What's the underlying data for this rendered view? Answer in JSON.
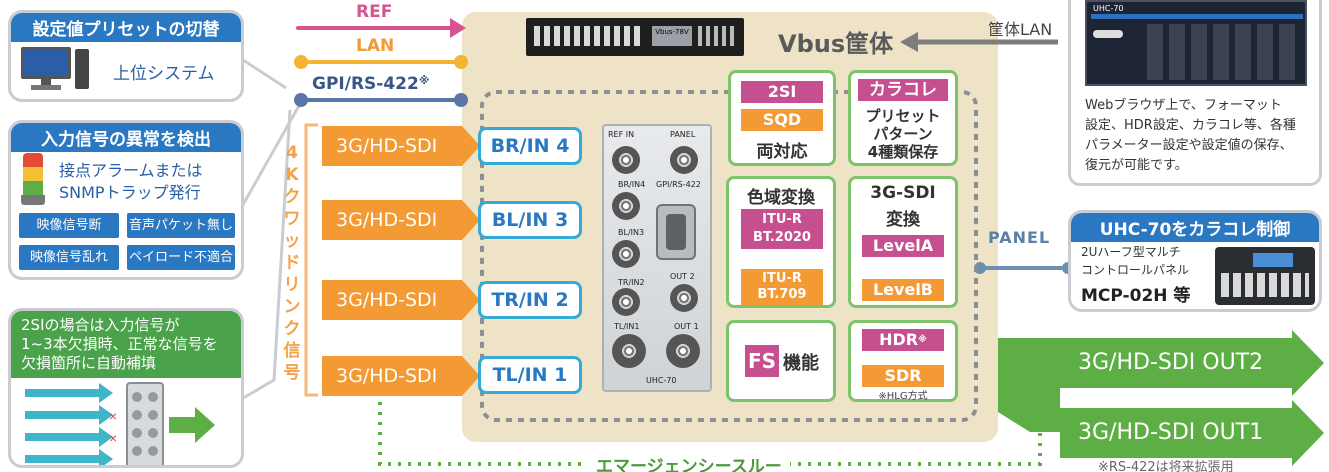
{
  "left": {
    "preset_panel": {
      "title": "設定値プリセットの切替",
      "label": "上位システム"
    },
    "alarm_panel": {
      "title": "入力信号の異常を検出",
      "line1": "接点アラームまたは",
      "line2": "SNMPトラップ発行",
      "tags": [
        "映像信号断",
        "音声パケット無し",
        "映像信号乱れ",
        "ペイロード不適合"
      ]
    },
    "sqd_panel": {
      "line1": "2SIの場合は入力信号が",
      "line2": "1~3本欠損時、正常な信号を",
      "line3": "欠損箇所に自動補填"
    }
  },
  "signals": {
    "ref": "REF",
    "lan": "LAN",
    "gpi": "GPI/RS-422",
    "gpi_mark": "※"
  },
  "quad_link_label": [
    "4",
    "K",
    "ク",
    "ワ",
    "ッ",
    "ド",
    "リ",
    "ン",
    "ク",
    "信",
    "号"
  ],
  "inputs": [
    {
      "signal": "3G/HD-SDI",
      "port": "BR/IN 4"
    },
    {
      "signal": "3G/HD-SDI",
      "port": "BL/IN 3"
    },
    {
      "signal": "3G/HD-SDI",
      "port": "TR/IN 2"
    },
    {
      "signal": "3G/HD-SDI",
      "port": "TL/IN 1"
    }
  ],
  "chassis": {
    "title": "Vbus筐体",
    "lan_label": "筐体LAN",
    "device_label": "Vbus-78V"
  },
  "module": {
    "labels": [
      "REF IN",
      "PANEL",
      "BR/IN4",
      "GPI/RS-422",
      "BL/IN3",
      "TR/IN2",
      "OUT 2",
      "TL/IN1",
      "OUT 1",
      "UHC-70"
    ]
  },
  "functions": {
    "sqd": {
      "tag1": "2SI",
      "tag2": "SQD",
      "text": "両対応"
    },
    "colorcorr": {
      "tag": "カラコレ",
      "line1": "プリセット",
      "line2": "パターン",
      "line3": "4種類保存"
    },
    "gamut": {
      "title": "色域変換",
      "from_line1": "ITU-R",
      "from_line2": "BT.2020",
      "to_line1": "ITU-R",
      "to_line2": "BT.709"
    },
    "sdi3g": {
      "line1": "3G-SDI",
      "line2": "変換",
      "from": "LevelA",
      "to": "LevelB"
    },
    "fs": {
      "tag": "FS",
      "text": "機能"
    },
    "hdr": {
      "from": "HDR",
      "from_mark": "※",
      "to": "SDR",
      "note": "※HLG方式"
    }
  },
  "outputs": [
    "3G/HD-SDI OUT2",
    "3G/HD-SDI OUT1"
  ],
  "emergency": "エマージェンシースルー",
  "panel_link": "PANEL",
  "web": {
    "line1": "Webブラウザ上で、フォーマット",
    "line2": "設定、HDR設定、カラコレ等、各種",
    "line3": "パラメーター設定や設定値の保存、",
    "line4": "復元が可能です。",
    "screen_title": "UHC-70"
  },
  "mcp": {
    "title": "UHC-70をカラコレ制御",
    "line1": "2Uハーフ型マルチ",
    "line2": "コントロールパネル",
    "model": "MCP-02H 等"
  },
  "footnote": "※RS-422は将来拡張用",
  "colors": {
    "blue": "#2a78c2",
    "orange": "#f39a35",
    "green": "#5dae45",
    "beige": "#efe3c7",
    "pink": "#c54f8f",
    "cyan": "#35a9d8"
  }
}
